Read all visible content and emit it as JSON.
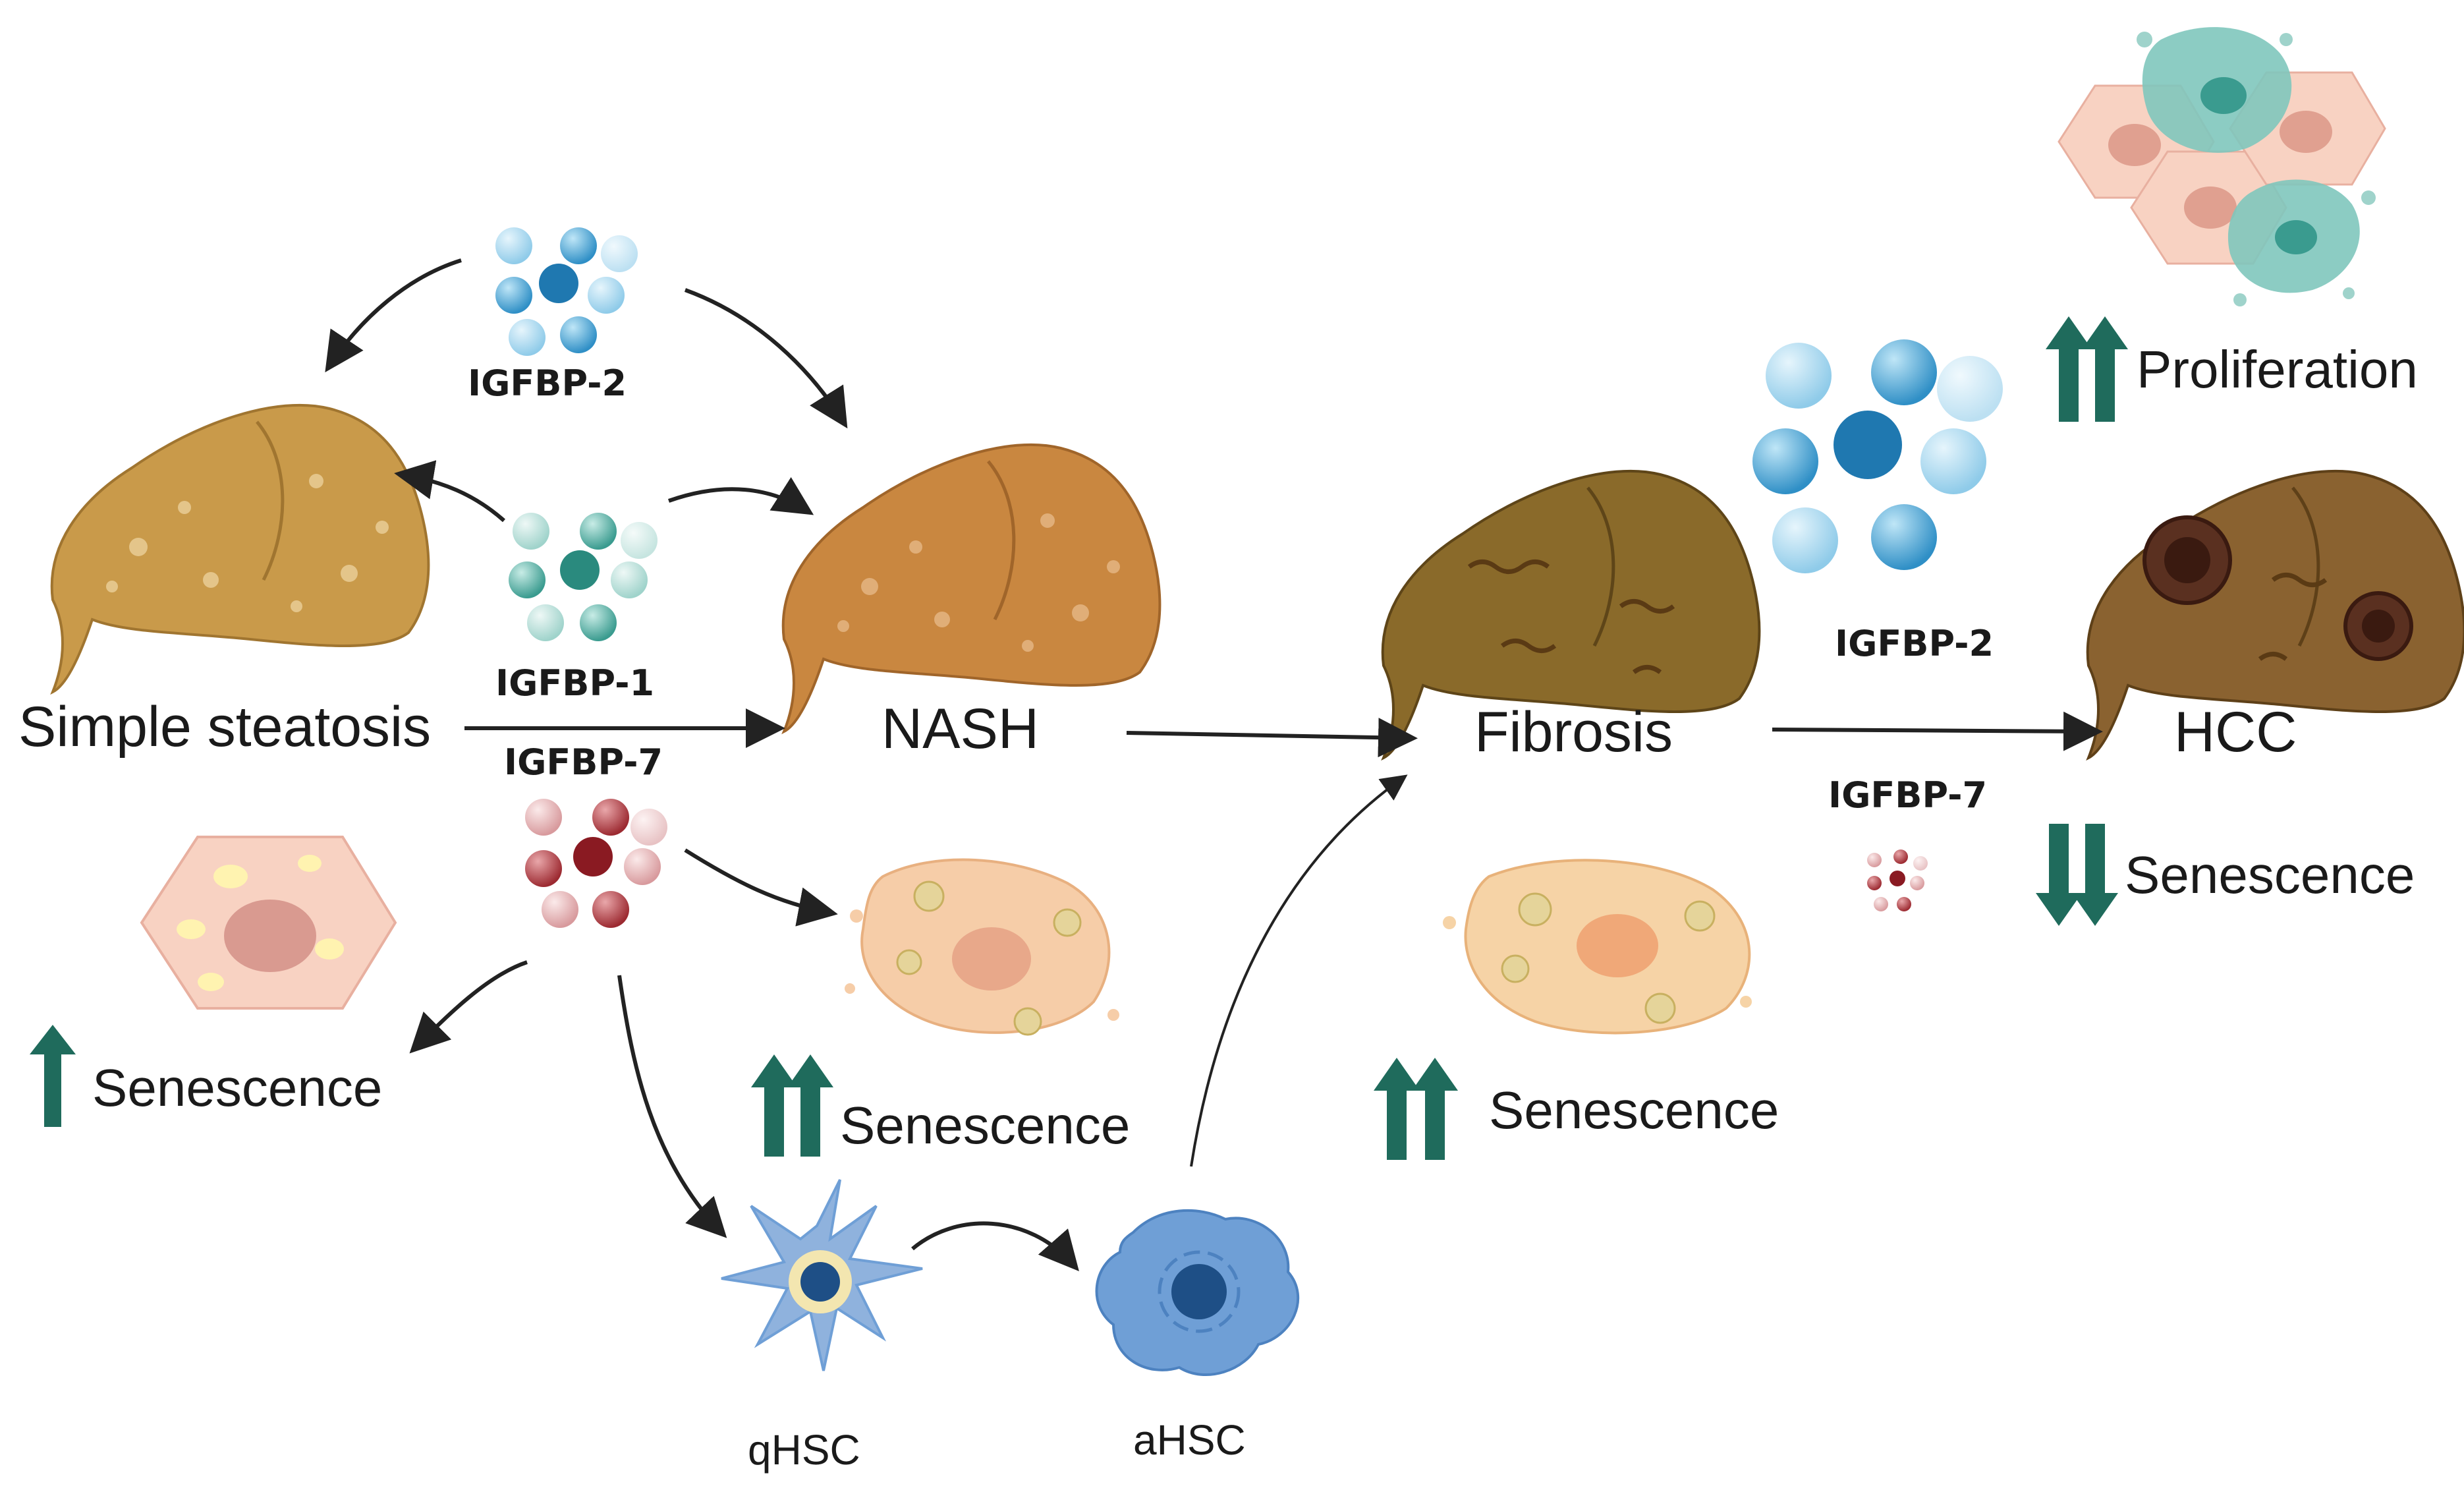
{
  "stages": {
    "simple_steatosis": "Simple steatosis",
    "nash": "NASH",
    "fibrosis": "Fibrosis",
    "hcc": "HCC"
  },
  "proteins": {
    "igfbp2_top": "IGFBP-2",
    "igfbp1": "IGFBP-1",
    "igfbp7_left": "IGFBP-7",
    "igfbp2_right": "IGFBP-2",
    "igfbp7_right": "IGFBP-7"
  },
  "effects": {
    "senescence_left": "Senescence",
    "senescence_nash": "Senescence",
    "senescence_fibrosis": "Senescence",
    "senescence_hcc": "Senescence",
    "proliferation": "Proliferation"
  },
  "cells": {
    "qhsc": "qHSC",
    "ahsc": "aHSC"
  },
  "colors": {
    "igfbp2": "#3a9fd6",
    "igfbp1": "#4aaba0",
    "igfbp7": "#b03a40",
    "arrow_green": "#1f6b5c",
    "liver_steatosis": "#c99a4a",
    "liver_nash": "#c98740",
    "liver_fibrosis": "#8a6a2a",
    "hsc_blue": "#6f9fd6"
  }
}
